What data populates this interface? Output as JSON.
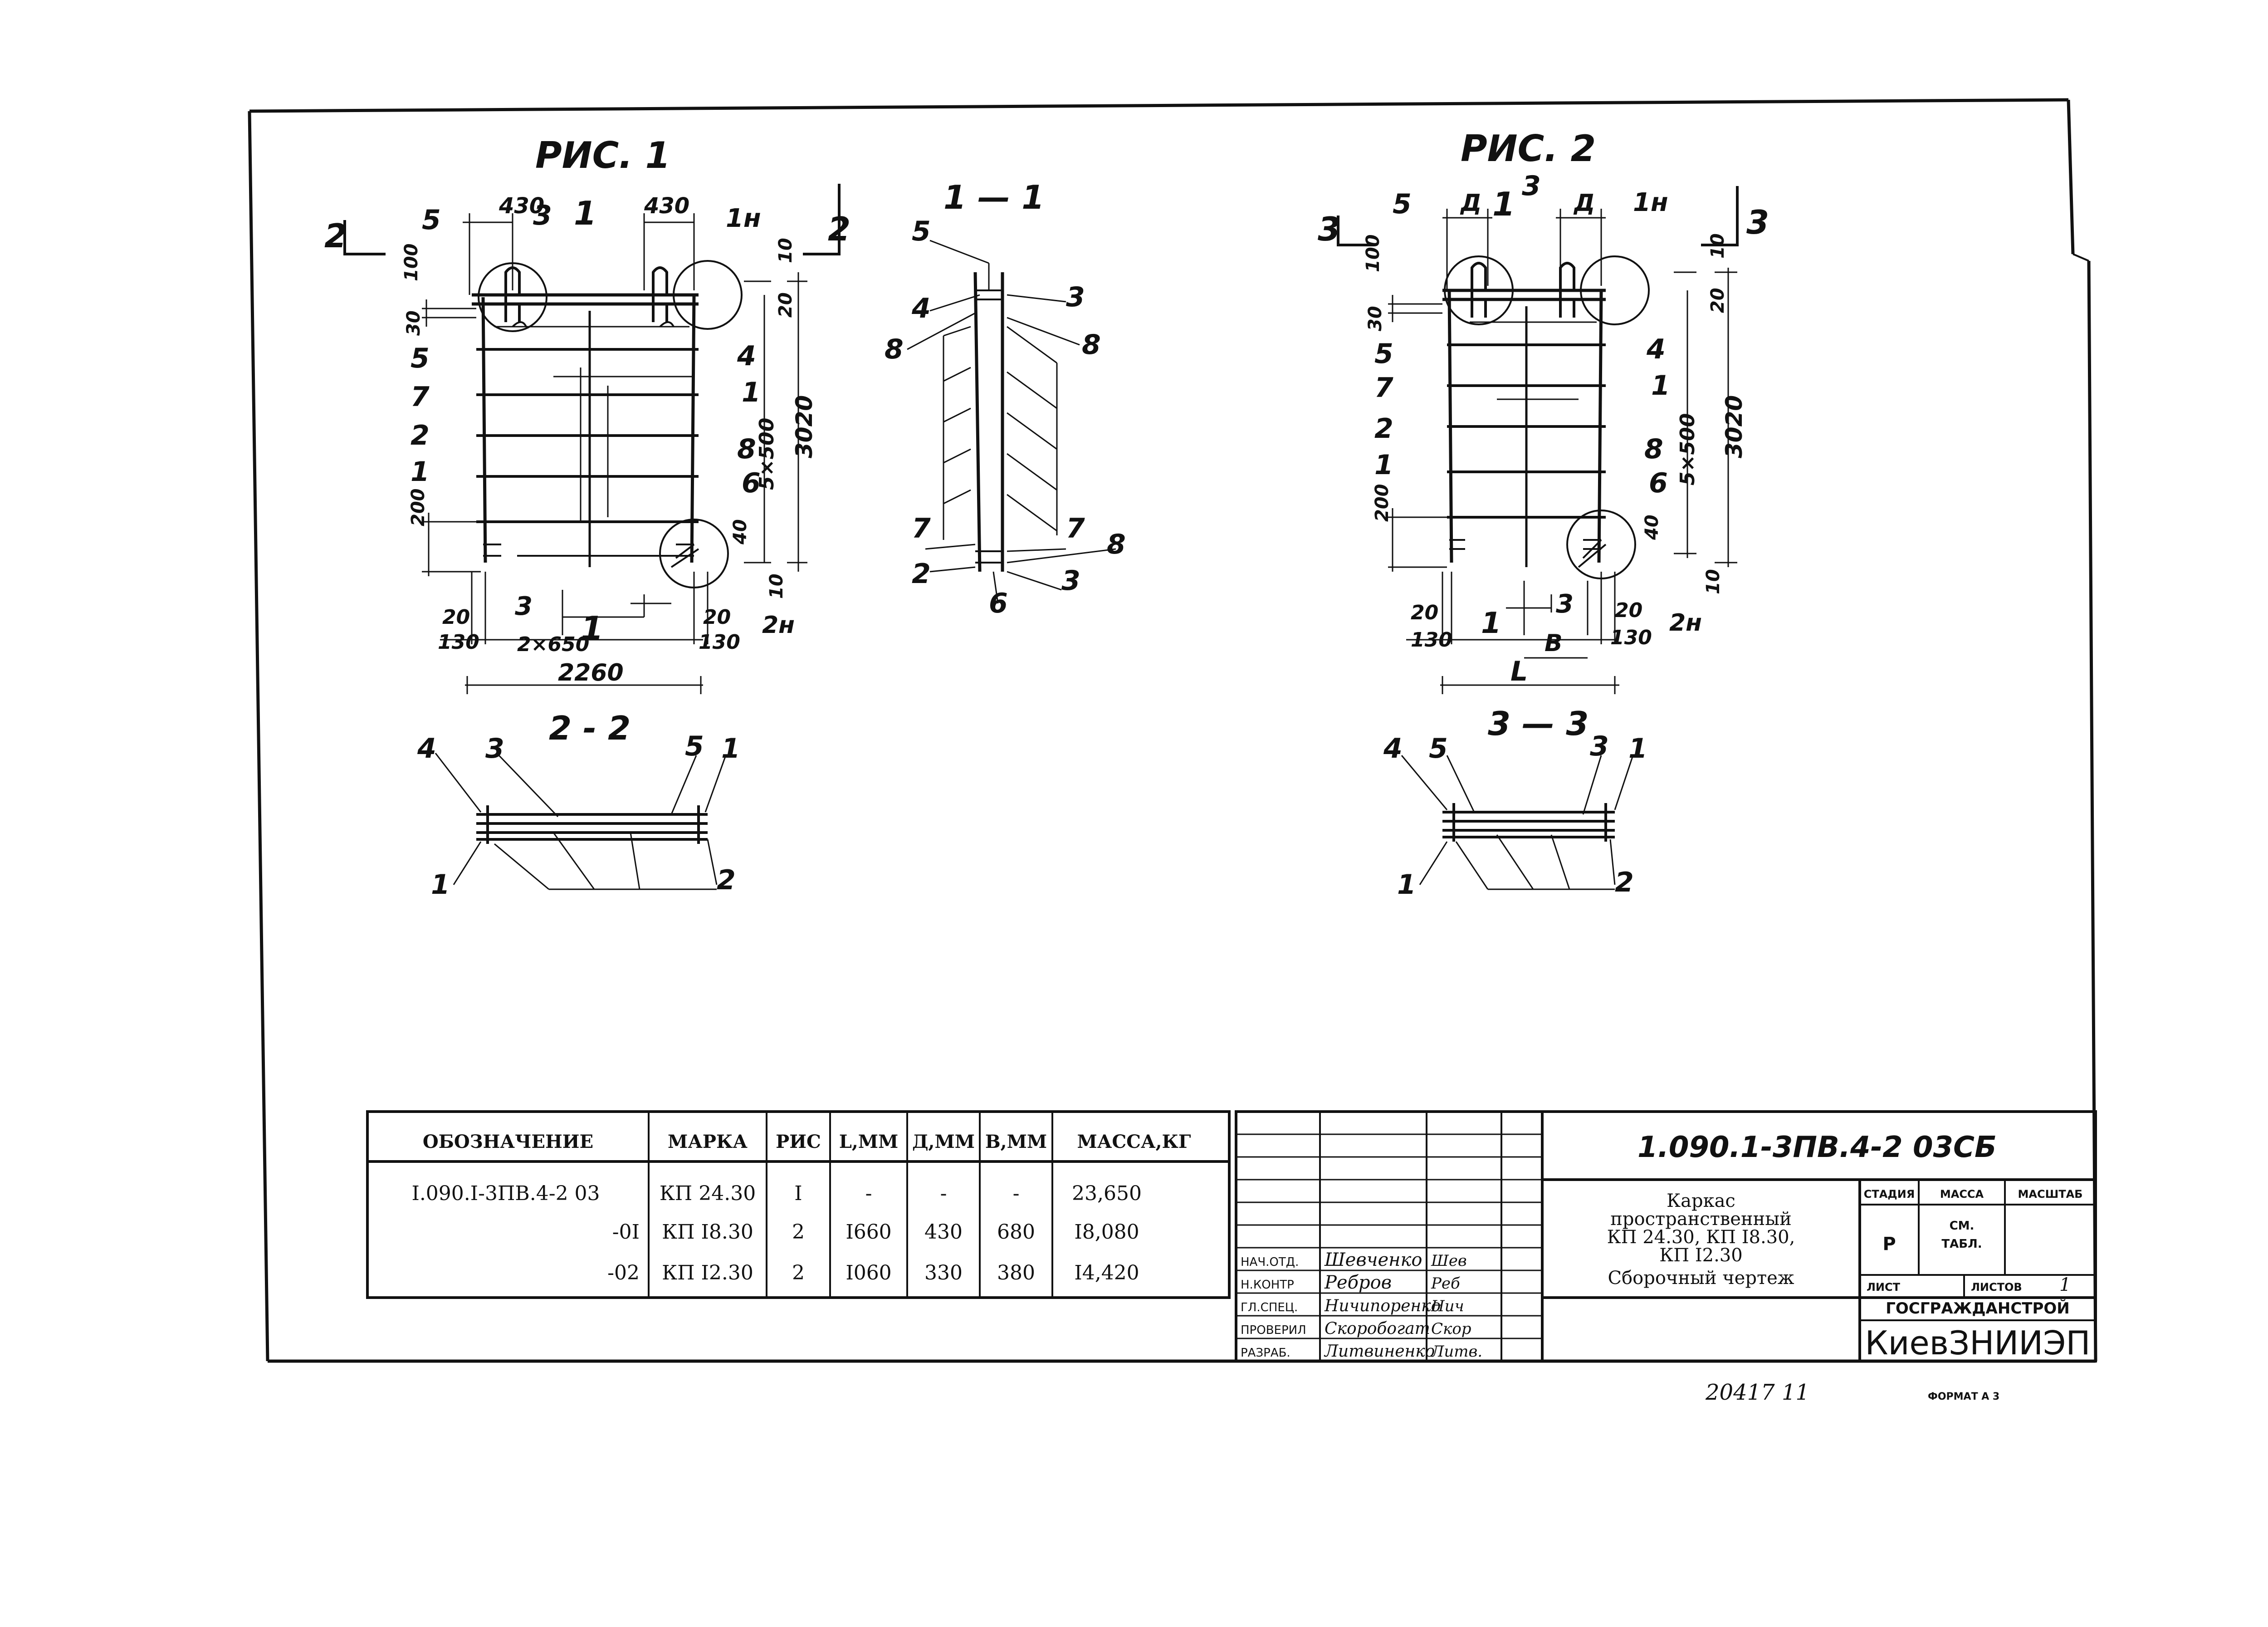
{
  "fig1": {
    "title": "РИС. 1",
    "marks": {
      "cut2": "2",
      "m5a": "5",
      "m3": "3",
      "m1top": "1",
      "m1n": "1н",
      "d430a": "430",
      "d430b": "430",
      "d100": "100",
      "d30": "30",
      "m5b": "5",
      "m7": "7",
      "m2": "2",
      "m1a": "1",
      "m4": "4",
      "m1b": "1",
      "m8": "8",
      "m6": "6",
      "m2n": "2н",
      "d10t": "10",
      "d20t": "20",
      "d5x500": "5×500",
      "d3020": "3020",
      "d40": "40",
      "d10b": "10",
      "d200": "200",
      "d20l": "20",
      "d130l": "130",
      "m3bot": "3",
      "m1bot": "1",
      "d2x650": "2×650",
      "d20r": "20",
      "d130r": "130",
      "d2260": "2260"
    }
  },
  "fig2": {
    "title": "РИС. 2",
    "marks": {
      "cut3": "3",
      "m5a": "5",
      "dA1": "Д",
      "m1top": "1",
      "m3": "3",
      "dA2": "Д",
      "m1n": "1н",
      "d100": "100",
      "d30": "30",
      "m5b": "5",
      "m7": "7",
      "m2": "2",
      "m1a": "1",
      "m4": "4",
      "m1b": "1",
      "m8": "8",
      "m6": "6",
      "m2n": "2н",
      "d10t": "10",
      "d20t": "20",
      "d5x500": "5×500",
      "d3020": "3020",
      "d40": "40",
      "d10b": "10",
      "d200": "200",
      "d20l": "20",
      "d130l": "130",
      "m1bot": "1",
      "m3bot": "3",
      "dB": "В",
      "d20r": "20",
      "d130r": "130",
      "dL": "L"
    }
  },
  "sec11": {
    "title": "1 — 1",
    "m5": "5",
    "m3": "3",
    "m4": "4",
    "m8a": "8",
    "m8b": "8",
    "m7a": "7",
    "m7b": "7",
    "m8c": "8",
    "m2": "2",
    "m6": "6",
    "m3b": "3"
  },
  "sec22": {
    "title": "2 - 2",
    "m4": "4",
    "m3": "3",
    "m5": "5",
    "m1": "1",
    "m1b": "1",
    "m2": "2"
  },
  "sec33": {
    "title": "3 — 3",
    "m4": "4",
    "m5": "5",
    "m3": "3",
    "m1": "1",
    "m1b": "1",
    "m2": "2"
  },
  "spec_table": {
    "headers": [
      "ОБОЗНАЧЕНИЕ",
      "МАРКА",
      "РИС",
      "L,ММ",
      "Д,ММ",
      "В,ММ",
      "МАССА,КГ"
    ],
    "rows": [
      [
        "I.090.I-3ПВ.4-2 03",
        "КП 24.30",
        "I",
        "-",
        "-",
        "-",
        "23,650"
      ],
      [
        "-0I",
        "КП I8.30",
        "2",
        "I660",
        "430",
        "680",
        "I8,080"
      ],
      [
        "-02",
        "КП I2.30",
        "2",
        "I060",
        "330",
        "380",
        "I4,420"
      ]
    ]
  },
  "title_block": {
    "code": "1.090.1-3ПВ.4-2    03СБ",
    "name_lines": [
      "Каркас",
      "пространственный",
      "КП 24.30, КП I8.30,",
      "КП I2.30",
      "Сборочный чертеж"
    ],
    "stage_label": "СТАДИЯ",
    "mass_label": "МАССА",
    "scale_label": "МАСШТАБ",
    "stage": "Р",
    "mass_line1": "СМ.",
    "mass_line2": "ТАБЛ.",
    "sheet_label": "ЛИСТ",
    "sheets_label": "ЛИСТОВ",
    "sheets": "1",
    "org_line1": "ГОСГРАЖДАНСТРОЙ",
    "org_line2": "КиевЗНИИЭП",
    "signatures": [
      {
        "role": "НАЧ.ОТД.",
        "name": "Шевченко"
      },
      {
        "role": "Н.КОНТР",
        "name": "Ребров"
      },
      {
        "role": "ГЛ.СПЕЦ.",
        "name": "Ничипоренко"
      },
      {
        "role": "ПРОВЕРИЛ",
        "name": "Скоробогат"
      },
      {
        "role": "РАЗРАБ.",
        "name": "Литвиненко"
      }
    ],
    "sig_marks": [
      "Шев",
      "Реб",
      "Нич",
      "Скор",
      "Литв."
    ]
  },
  "footer": {
    "inventory": "20417  11",
    "format": "ФОРМАТ А 3"
  }
}
